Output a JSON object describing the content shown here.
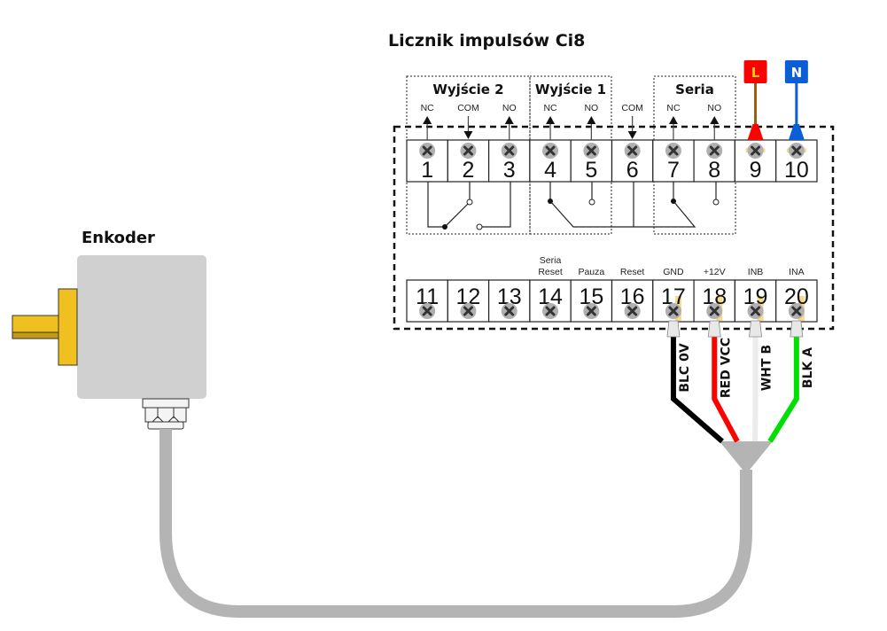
{
  "diagram": {
    "title": "Licznik impulsów Ci8",
    "encoder_label": "Enkoder",
    "groups": [
      {
        "id": "wyjscie2",
        "label": "Wyjście 2",
        "terminals": [
          1,
          2,
          3
        ]
      },
      {
        "id": "wyjscie1",
        "label": "Wyjście 1",
        "terminals": [
          4,
          5
        ]
      },
      {
        "id": "seria",
        "label": "Seria",
        "terminals": [
          7,
          8
        ]
      }
    ],
    "top_terminals": [
      {
        "number": "1",
        "label": "NC",
        "arrow": "up"
      },
      {
        "number": "2",
        "label": "COM",
        "arrow": "down"
      },
      {
        "number": "3",
        "label": "NO",
        "arrow": "up"
      },
      {
        "number": "4",
        "label": "NC",
        "arrow": "up"
      },
      {
        "number": "5",
        "label": "NO",
        "arrow": "up"
      },
      {
        "number": "6",
        "label": "COM",
        "arrow": "down"
      },
      {
        "number": "7",
        "label": "NC",
        "arrow": "up"
      },
      {
        "number": "8",
        "label": "NO",
        "arrow": "up"
      },
      {
        "number": "9",
        "label": "",
        "arrow": "none"
      },
      {
        "number": "10",
        "label": "",
        "arrow": "none"
      }
    ],
    "bottom_terminals": [
      {
        "number": "11",
        "label": ""
      },
      {
        "number": "12",
        "label": ""
      },
      {
        "number": "13",
        "label": ""
      },
      {
        "number": "14",
        "label": "Seria Reset",
        "label_line1": "Seria",
        "label_line2": "Reset"
      },
      {
        "number": "15",
        "label": "Pauza"
      },
      {
        "number": "16",
        "label": "Reset"
      },
      {
        "number": "17",
        "label": "GND"
      },
      {
        "number": "18",
        "label": "+12V"
      },
      {
        "number": "19",
        "label": "INB"
      },
      {
        "number": "20",
        "label": "INA"
      }
    ],
    "power": [
      {
        "label": "L",
        "terminal": "9",
        "color": "#ff0000",
        "wire_color": "#9c5a12",
        "text_color": "#ffd700"
      },
      {
        "label": "N",
        "terminal": "10",
        "color": "#0a5fd6",
        "wire_color": "#0a5fd6",
        "text_color": "#ffffff"
      }
    ],
    "encoder_wires": [
      {
        "label": "BLC  0V",
        "terminal": "17",
        "color": "#000000"
      },
      {
        "label": "RED VCC",
        "terminal": "18",
        "color": "#ff0000"
      },
      {
        "label": "WHT  B",
        "terminal": "19",
        "color": "#ebebeb"
      },
      {
        "label": "BLK  A",
        "terminal": "20",
        "color": "#00e000"
      }
    ],
    "colors": {
      "cable": "#b4b4b4",
      "encoder_body": "#d0d0d0",
      "shaft": "#f0c020",
      "screw": "#b0b0b0",
      "ferrule": "#f5dc8a"
    }
  }
}
